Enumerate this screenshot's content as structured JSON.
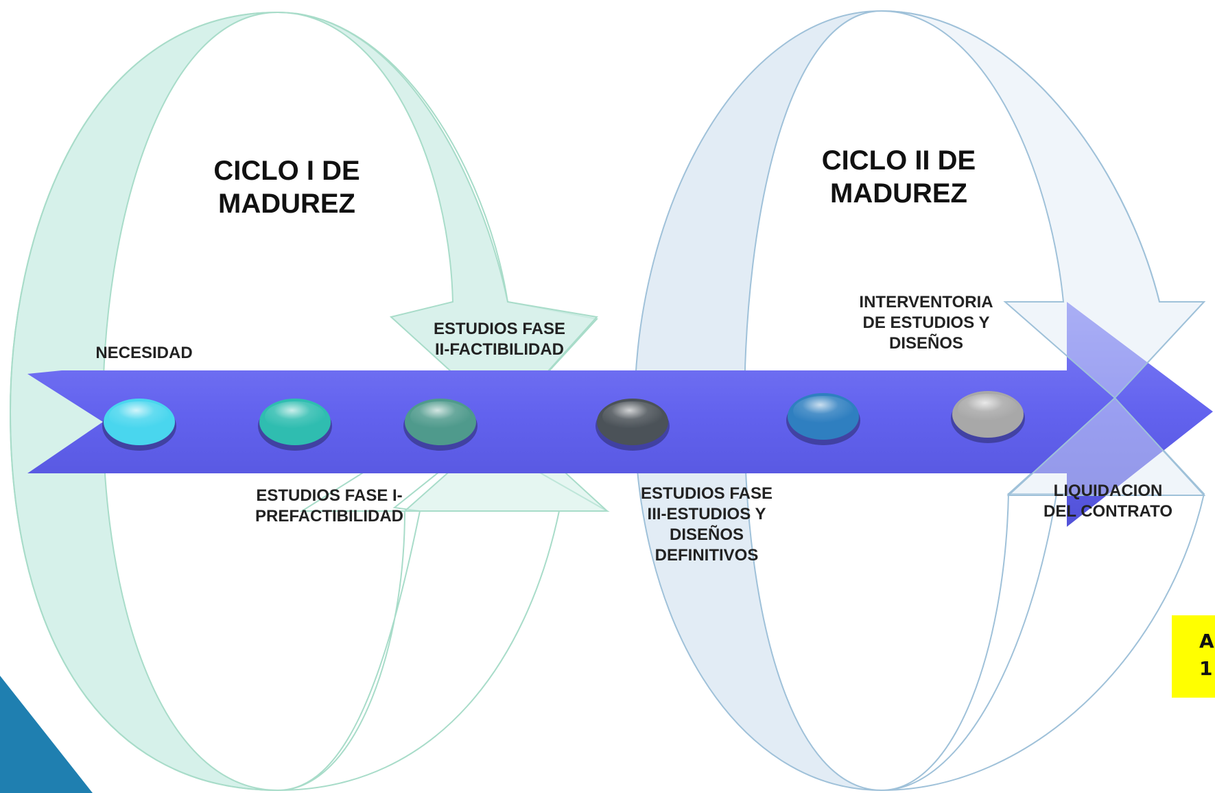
{
  "diagram": {
    "cycles": [
      {
        "title_line1": "CICLO I DE",
        "title_line2": "MADUREZ",
        "color": "#cfeee6",
        "stroke": "#a8dcc9"
      },
      {
        "title_line1": "CICLO II DE",
        "title_line2": "MADUREZ",
        "color": "#dde9f3",
        "stroke": "#9fc1d9"
      }
    ],
    "timeline_color": "#6b6bf0",
    "stages": [
      {
        "lines": [
          "NECESIDAD"
        ],
        "node_color": "#49d6ee"
      },
      {
        "lines": [
          "ESTUDIOS FASE I-",
          "PREFACTIBILIDAD"
        ],
        "node_color": "#2fbdb0"
      },
      {
        "lines": [
          "ESTUDIOS FASE",
          "II-FACTIBILIDAD"
        ],
        "node_color": "#4f9a8c"
      },
      {
        "lines": [
          "ESTUDIOS FASE",
          "III-ESTUDIOS Y",
          "DISEÑOS",
          "DEFINITIVOS"
        ],
        "node_color": "#4b5258"
      },
      {
        "lines": [
          "INTERVENTORIA",
          "DE ESTUDIOS Y",
          "DISEÑOS"
        ],
        "node_color": "#2f7fc0"
      },
      {
        "lines": [
          "LIQUIDACION",
          "DEL CONTRATO"
        ],
        "node_color": "#a8a8a8"
      }
    ],
    "sticky_note": {
      "line1": "A",
      "line2": "1"
    },
    "corner_accent_color": "#1f7fb0"
  }
}
